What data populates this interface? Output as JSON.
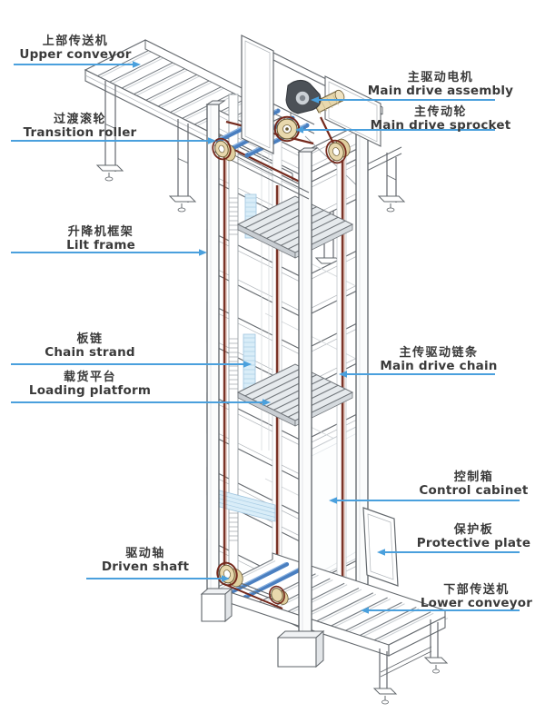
{
  "labels": {
    "upper_conveyor": {
      "zh": "上部传送机",
      "en": "Upper conveyor"
    },
    "transition_roller": {
      "zh": "过渡滚轮",
      "en": "Transition roller"
    },
    "lift_frame": {
      "zh": "升降机框架",
      "en": "Lilt frame"
    },
    "chain_strand": {
      "zh": "板链",
      "en": "Chain strand"
    },
    "loading_platform": {
      "zh": "载货平台",
      "en": "Loading platform"
    },
    "driven_shaft": {
      "zh": "驱动轴",
      "en": "Driven shaft"
    },
    "main_drive_assembly": {
      "zh": "主驱动电机",
      "en": "Main drive assembly"
    },
    "main_drive_sprocket": {
      "zh": "主传动轮",
      "en": "Main drive sprocket"
    },
    "main_drive_chain": {
      "zh": "主传驱动链条",
      "en": "Main drive chain"
    },
    "control_cabinet": {
      "zh": "控制箱",
      "en": "Control cabinet"
    },
    "protective_plate": {
      "zh": "保护板",
      "en": "Protective plate"
    },
    "lower_conveyor": {
      "zh": "下部传送机",
      "en": "Lower conveyor"
    }
  },
  "colors": {
    "leader": "#4aa0dd",
    "label_text": "#3a3a3a",
    "outline": "#63686d",
    "outline_light": "#b0b5ba",
    "chain": "#74291c",
    "chain_highlight": "#a55a40",
    "sprocket_fill": "#e8d8ad",
    "sprocket_side": "#e0cf9e",
    "sprocket_edge": "#6b5b35",
    "roller_blue": "#4a7fc0",
    "roller_blue_light": "#8ab2e0",
    "guide_blue_fill": "#d9edf8",
    "guide_blue_stroke": "#9fc4de",
    "platform_fill": "#e6eaed",
    "platform_edge": "#70757a",
    "motor_dark": "#4c5157"
  }
}
